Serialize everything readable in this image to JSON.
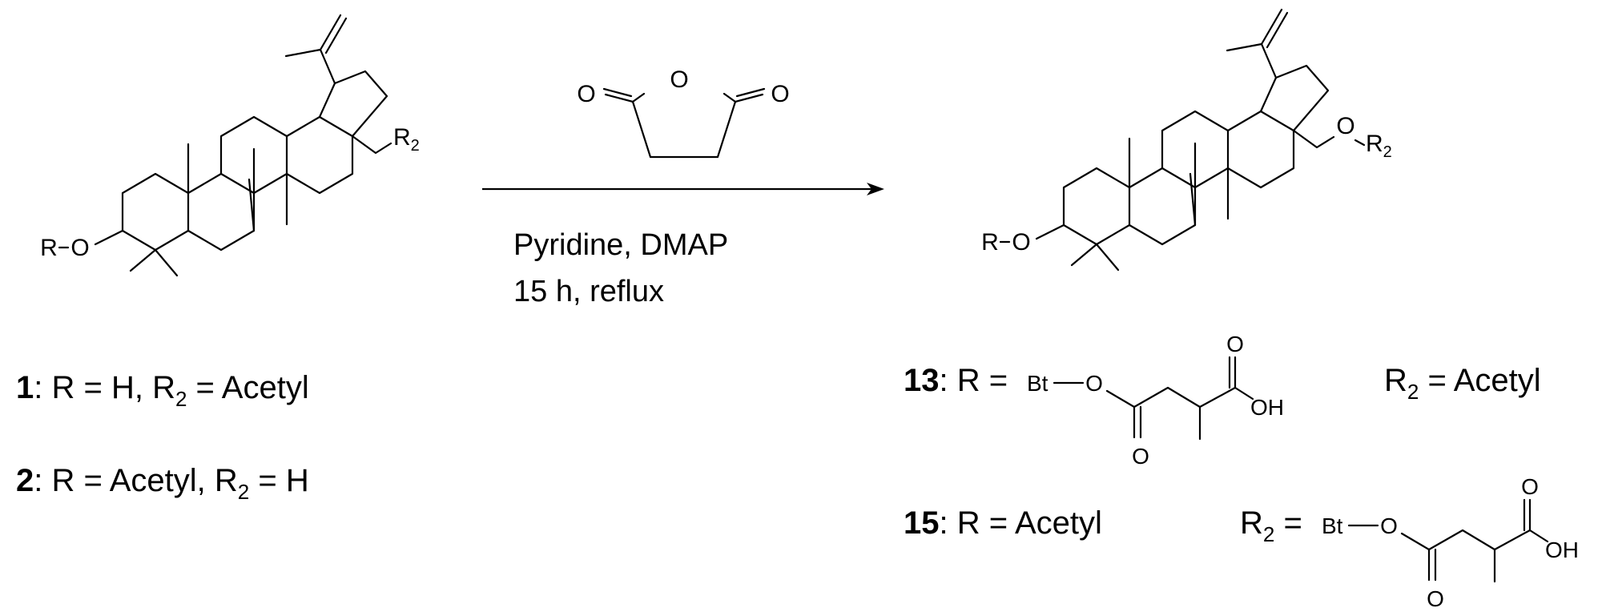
{
  "atoms": {
    "r": "R",
    "o": "O",
    "r2": "R",
    "r2_sub": "2",
    "bt": "Bt",
    "oh": "OH"
  },
  "reagent": {
    "line1": "Pyridine, DMAP",
    "line2": "15 h, reflux"
  },
  "labels": {
    "c1": {
      "num": "1",
      "text_a": ": R = H, R",
      "sub": "2",
      "text_b": " = Acetyl"
    },
    "c2": {
      "num": "2",
      "text_a": ": R = Acetyl, R",
      "sub": "2",
      "text_b": " = H"
    },
    "c13": {
      "num": "13",
      "text_a": ": R =",
      "r2": "R",
      "sub": "2",
      "text_b": " = Acetyl"
    },
    "c15": {
      "num": "15",
      "text_a": ": R = Acetyl",
      "r2": "R",
      "sub": "2",
      "text_b": " ="
    }
  }
}
